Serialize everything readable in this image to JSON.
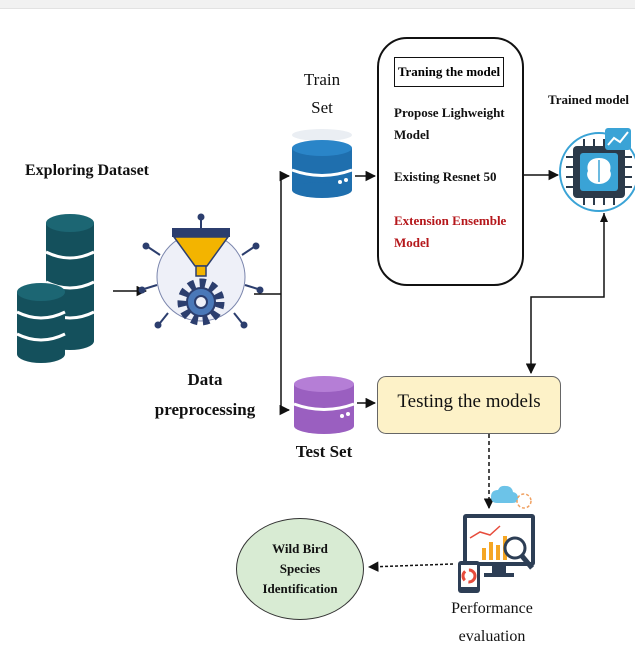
{
  "labels": {
    "exploring": "Exploring Dataset",
    "preprocessing_1": "Data",
    "preprocessing_2": "preprocessing",
    "train_1": "Train",
    "train_2": "Set",
    "test": "Test Set",
    "trained_model": "Trained model",
    "performance_1": "Performance",
    "performance_2": "evaluation"
  },
  "training": {
    "header": "Traning the model",
    "item1_line1": "Propose Lighweight",
    "item1_line2": "Model",
    "item2": "Existing Resnet 50",
    "item3_line1": "Extension Ensemble",
    "item3_line2": "Model"
  },
  "testing": "Testing the models",
  "output": {
    "line1": "Wild Bird",
    "line2": "Species",
    "line3": "Identification"
  },
  "colors": {
    "dataset_db": "#14505c",
    "train_db": "#1f6fae",
    "test_db": "#9a5fc0",
    "testing_box": "#fdf2c8",
    "output_ellipse": "#d8ebd3",
    "extension_text": "#b5171b"
  },
  "icons": [
    "database-icon",
    "funnel-gear-icon",
    "chip-brain-icon",
    "analytics-monitor-icon"
  ]
}
